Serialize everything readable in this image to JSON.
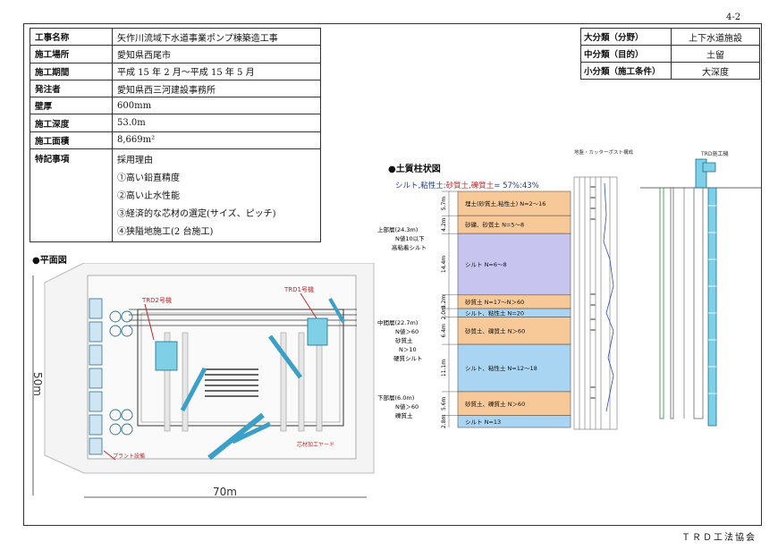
{
  "page_number": "4-2",
  "footer": "ＴＲＤ工法協会",
  "info_table": [
    {
      "key": "工事名称",
      "value": "矢作川流域下水道事業ポンプ棟築造工事"
    },
    {
      "key": "施工場所",
      "value": "愛知県西尾市"
    },
    {
      "key": "施工期間",
      "value": "平成 15 年 2 月～平成 15 年 5 月"
    },
    {
      "key": "発注者",
      "value": "愛知県西三河建設事務所"
    },
    {
      "key": "壁厚",
      "value": "600mm"
    },
    {
      "key": "施工深度",
      "value": "53.0m"
    },
    {
      "key": "施工面積",
      "value": "8,669m²"
    }
  ],
  "special": {
    "key": "特記事項",
    "title": "採用理由",
    "reasons": [
      "①高い鉛直精度",
      "②高い止水性能",
      "③経済的な芯材の選定(サイズ、ピッチ)",
      "④狭隘地施工(2 台施工)"
    ]
  },
  "class_table": [
    {
      "key": "大分類（分野）",
      "value": "上下水道施設"
    },
    {
      "key": "中分類（目的）",
      "value": "土留"
    },
    {
      "key": "小分類（施工条件）",
      "value": "大深度"
    }
  ],
  "plan": {
    "heading": "●平面図",
    "dim_vertical": "50m",
    "dim_horizontal": "70m",
    "label_trd2": "TRD2号機",
    "label_trd1": "TRD1号機",
    "label_plant": "プラント設備",
    "label_yard": "芯材加工ヤード"
  },
  "soil": {
    "heading": "●土質柱状図",
    "ratio": {
      "pre": "シルト,",
      "mid1": "粘性土:",
      "red": "砂質土,礫質土",
      "post": "= 57%:43%"
    },
    "log_title": "地盤・カッターポスト構成",
    "machine_label": "TRD施工機",
    "groups": [
      {
        "title": "上部層(24.3m)",
        "lines": [
          "N値10以下",
          "高粘着シルト"
        ]
      },
      {
        "title": "中間層(22.7m)",
        "lines": [
          "N値＞60",
          "砂質土",
          "N＞10",
          "硬質シルト"
        ]
      },
      {
        "title": "下部層(6.0m)",
        "lines": [
          "N値＞60",
          "礫質土"
        ]
      }
    ],
    "layers": [
      {
        "thickness": "5.7m",
        "label": "埋土(砂質土,粘性土) N=2～16",
        "color": "#f7c898"
      },
      {
        "thickness": "4.2m",
        "label": "砂礫、砂質土 N=5～8",
        "color": "#f7c898"
      },
      {
        "thickness": "14.4m",
        "label": "シルト N=6～8",
        "color": "#c8c4f0"
      },
      {
        "thickness": "3.2m",
        "label": "砂質土 N=17～N＞60",
        "color": "#f7c898"
      },
      {
        "thickness": "2.0m",
        "label": "シルト、粘性土 N=20",
        "color": "#a9d4f2"
      },
      {
        "thickness": "6.4m",
        "label": "砂質土、礫質土 N＞60",
        "color": "#f7c898"
      },
      {
        "thickness": "11.1m",
        "label": "シルト、粘性土 N=12～18",
        "color": "#a9d4f2"
      },
      {
        "thickness": "5.6m",
        "label": "砂質土、礫質土 N＞60",
        "color": "#f7c898"
      },
      {
        "thickness": "2.8m",
        "label": "シルト N=13",
        "color": "#a9d4f2"
      }
    ]
  }
}
